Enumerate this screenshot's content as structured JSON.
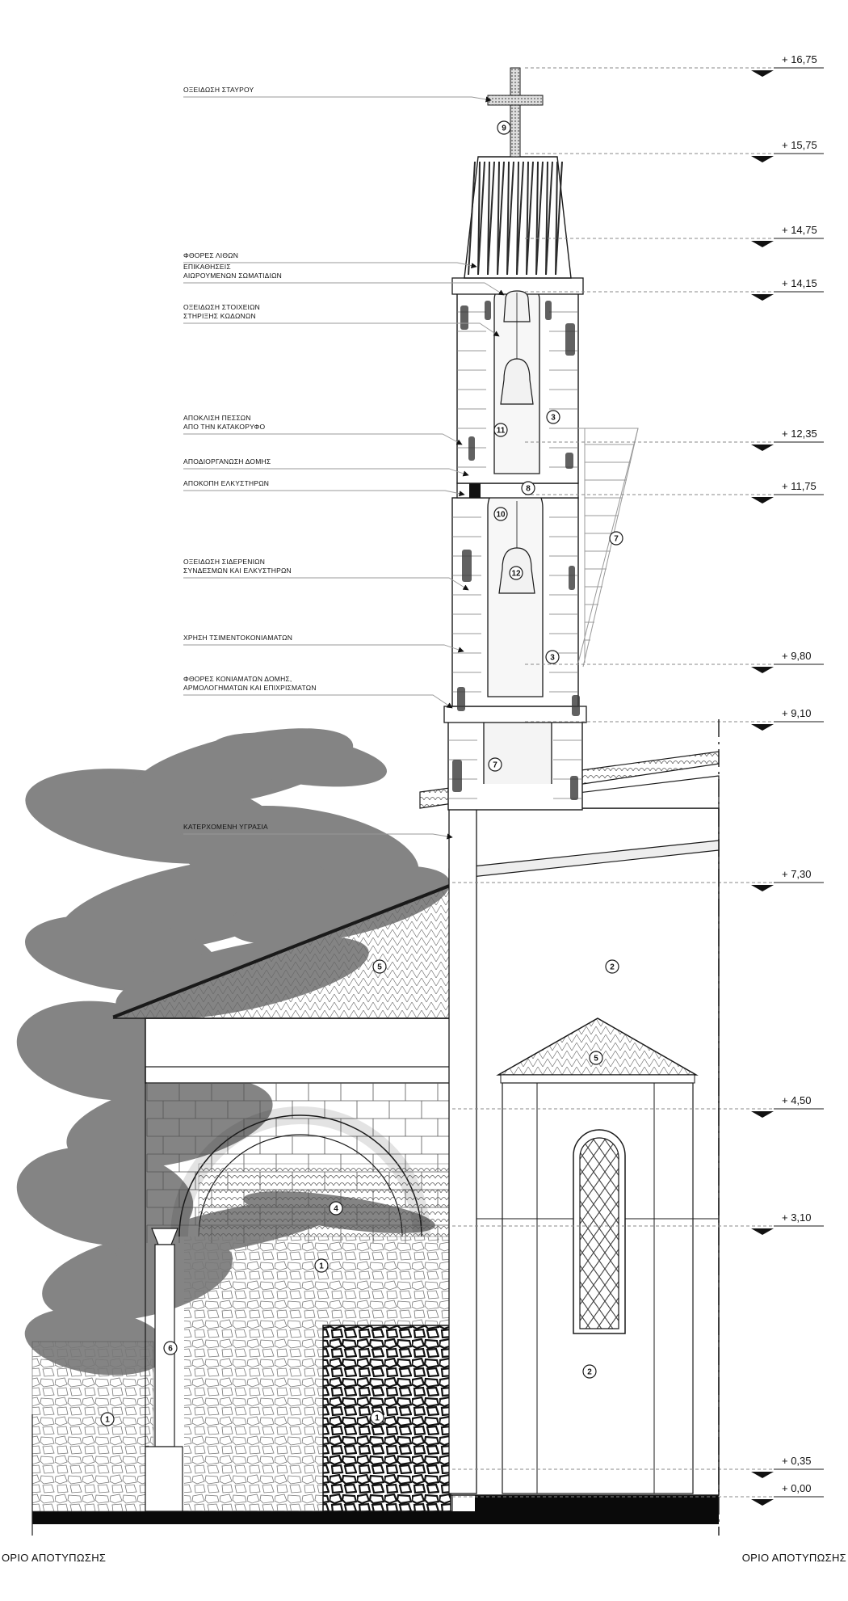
{
  "annotations": [
    {
      "id": "cross",
      "lines": [
        "ΟΞΕΙΔΩΣΗ ΣΤΑΥΡΟΥ"
      ]
    },
    {
      "id": "stone-decay",
      "lines": [
        "ΦΘΟΡΕΣ ΛΙΘΩΝ"
      ]
    },
    {
      "id": "deposits",
      "lines": [
        "ΕΠΙΚΑΘΗΣΕΙΣ",
        "ΑΙΩΡΟΥΜΕΝΩΝ ΣΩΜΑΤΙΔΙΩΝ"
      ]
    },
    {
      "id": "bell-supports",
      "lines": [
        "ΟΞΕΙΔΩΣΗ ΣΤΟΙΧΕΙΩΝ",
        "ΣΤΗΡΙΞΗΣ ΚΩΔΩΝΩΝ"
      ]
    },
    {
      "id": "pier-deviation",
      "lines": [
        "ΑΠΟΚΛΙΣΗ ΠΕΣΣΩΝ",
        "ΑΠΟ ΤΗΝ ΚΑΤΑΚΟΡΥΦΟ"
      ]
    },
    {
      "id": "disorganisation",
      "lines": [
        "ΑΠΟΔΙΟΡΓΑΝΩΣΗ ΔΟΜΗΣ"
      ]
    },
    {
      "id": "tie-cut",
      "lines": [
        "ΑΠΟΚΟΠΗ ΕΛΚΥΣΤΗΡΩΝ"
      ]
    },
    {
      "id": "iron-oxidation",
      "lines": [
        "ΟΞΕΙΔΩΣΗ ΣΙΔΕΡΕΝΙΩΝ",
        "ΣΥΝΔΕΣΜΩΝ ΚΑΙ ΕΛΚΥΣΤΗΡΩΝ"
      ]
    },
    {
      "id": "cement-mortar",
      "lines": [
        "ΧΡΗΣΗ ΤΣΙΜΕΝΤΟΚΟΝΙΑΜΑΤΩΝ"
      ]
    },
    {
      "id": "mortar-decay",
      "lines": [
        "ΦΘΟΡΕΣ ΚΟΝΙΑΜΑΤΩΝ ΔΟΜΗΣ,",
        "ΑΡΜΟΛΟΓΗΜΑΤΩΝ ΚΑΙ ΕΠΙΧΡΙΣΜΑΤΩΝ"
      ]
    },
    {
      "id": "damp",
      "lines": [
        "ΚΑΤΕΡΧΟΜΕΝΗ ΥΓΡΑΣΙΑ"
      ]
    }
  ],
  "levels": [
    "+ 16,75",
    "+ 15,75",
    "+ 14,75",
    "+ 14,15",
    "+ 12,35",
    "+ 11,75",
    "+ 9,80",
    "+ 9,10",
    "+ 7,30",
    "+ 4,50",
    "+ 3,10",
    "+ 0,35",
    "+ 0,00"
  ],
  "markers": [
    "9",
    "11",
    "3",
    "8",
    "10",
    "12",
    "7",
    "3",
    "7",
    "2",
    "5",
    "5",
    "4",
    "1",
    "1",
    "1",
    "6",
    "2"
  ],
  "boundary": {
    "left": "ΟΡΙΟ ΑΠΟΤΥΠΩΣΗΣ",
    "right": "ΟΡΙΟ ΑΠΟΤΥΠΩΣΗΣ"
  },
  "colors": {
    "line": "#1a1a1a",
    "guide": "#888888",
    "tree": "#6f6f6f",
    "ground": "#0a0a0a",
    "damage": "#3a3a3a"
  }
}
